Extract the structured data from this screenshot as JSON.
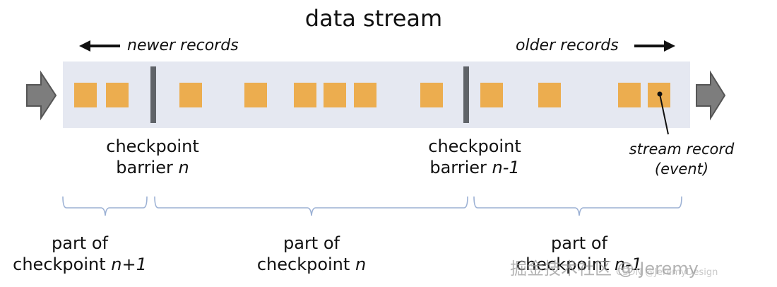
{
  "title": "data stream",
  "direction": {
    "newer_label": "newer records",
    "older_label": "older records"
  },
  "barriers": [
    {
      "line1": "checkpoint",
      "line2_text": "barrier ",
      "line2_var": "n"
    },
    {
      "line1": "checkpoint",
      "line2_text": "barrier ",
      "line2_var": "n-1"
    }
  ],
  "stream_record": {
    "line1": "stream record",
    "line2": "(event)"
  },
  "segments": [
    {
      "line1": "part of",
      "line2_text": "checkpoint ",
      "line2_var": "n+1"
    },
    {
      "line1": "part of",
      "line2_text": "checkpoint ",
      "line2_var": "n"
    },
    {
      "line1": "part of",
      "line2_text": "checkpoint ",
      "line2_var": "n-1"
    }
  ],
  "watermark": {
    "main": "掘金技术社区 @ Jeremy",
    "faint": "CSDN @JeremyDesign"
  },
  "colors": {
    "stream_band": "#e5e8f1",
    "record": "#ecad4f",
    "barrier": "#5f6368",
    "arrow_fill": "#7d7d7d",
    "brace": "#9bb0d4",
    "text": "#111111"
  },
  "icons": {
    "input_arrow": "chevron-arrow-right-icon",
    "output_arrow": "chevron-arrow-right-icon",
    "newer_arrow": "arrow-left-icon",
    "older_arrow": "arrow-right-icon"
  }
}
